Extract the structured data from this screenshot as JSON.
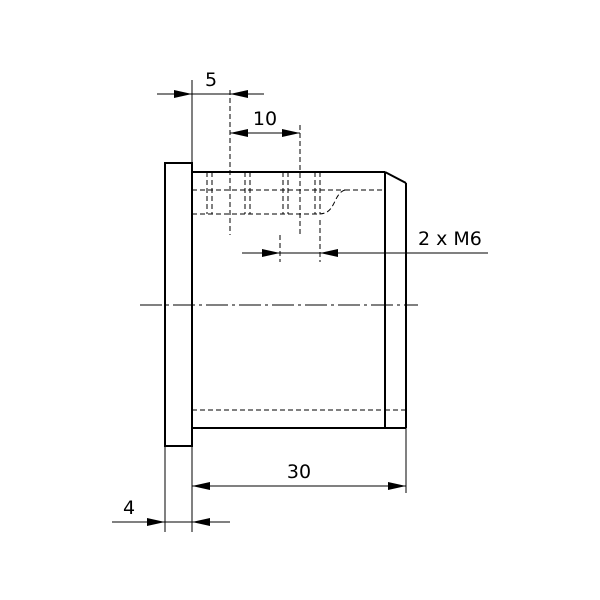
{
  "drawing": {
    "dimensions": {
      "flange_offset": "5",
      "thread_spacing": "10",
      "thread_callout": "2 x M6",
      "body_length": "30",
      "flange_thickness": "4"
    }
  }
}
